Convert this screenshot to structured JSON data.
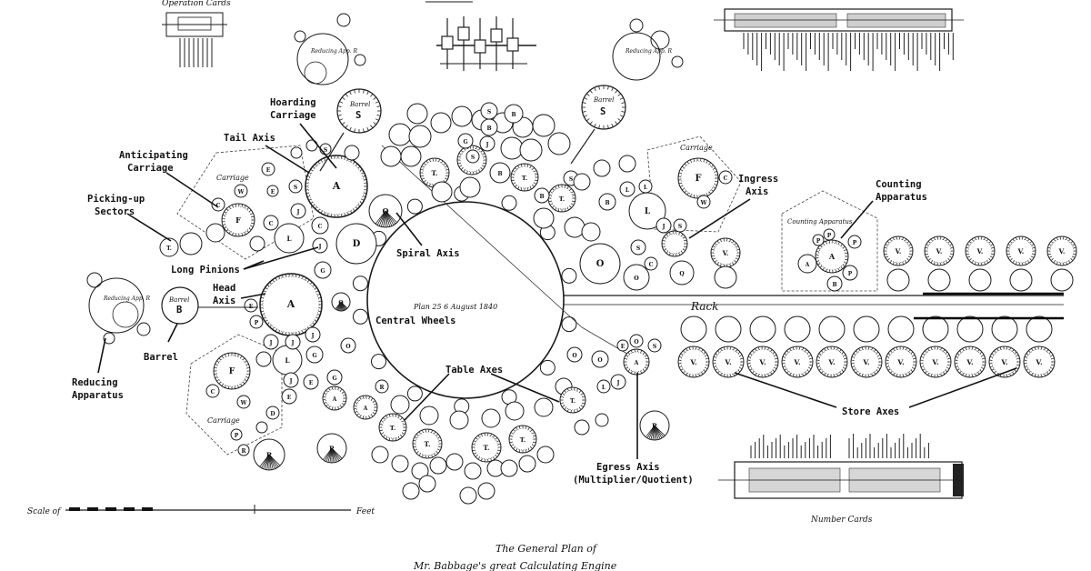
{
  "labels": {
    "operation_cards": "Operation Cards",
    "hoarding_carriage": [
      "Hoarding",
      "Carriage"
    ],
    "tail_axis": "Tail Axis",
    "anticipating_carriage": [
      "Anticipating",
      "Carriage"
    ],
    "picking_up_sectors": [
      "Picking-up",
      "Sectors"
    ],
    "long_pinions": "Long Pinions",
    "head_axis": [
      "Head",
      "Axis"
    ],
    "barrel": "Barrel",
    "reducing_apparatus": [
      "Reducing",
      "Apparatus"
    ],
    "spiral_axis": "Spiral Axis",
    "central_wheels": "Central Wheels",
    "table_axes": "Table Axes",
    "egress_axis": [
      "Egress Axis",
      "(Multiplier/Quotient)"
    ],
    "ingress_axis": [
      "Ingress",
      "Axis"
    ],
    "counting_apparatus": [
      "Counting",
      "Apparatus"
    ],
    "store_axes": "Store Axes"
  },
  "script_labels": {
    "carriage_left_top": "Carriage",
    "carriage_left_bottom": "Carriage",
    "carriage_right": "Carriage",
    "counting_apparatus": "Counting Apparatus",
    "rack": "Rack",
    "plan_date": "Plan 25 6 August 1840",
    "number_cards": "Number Cards",
    "reducing_left": "Reducing App. R",
    "reducing_top_left": "Reducing App. R",
    "reducing_top_right": "Reducing App. R",
    "barrel_left": "Barrel",
    "barrel_top_left": "Barrel",
    "barrel_top_right": "Barrel",
    "scale": "Scale of",
    "feet": "Feet",
    "general_plan_1": "The General Plan of",
    "general_plan_2": "Mr. Babbage's great Calculating Engine"
  },
  "wheel_letters": {
    "A": "A",
    "B": "B",
    "F": "F",
    "L": "L",
    "J": "J",
    "C": "C",
    "D": "D",
    "G": "G",
    "T": "T.",
    "S": "S",
    "O": "O",
    "Q": "Q",
    "V": "V.",
    "E": "E",
    "P": "P",
    "R": "R",
    "W": "W"
  }
}
